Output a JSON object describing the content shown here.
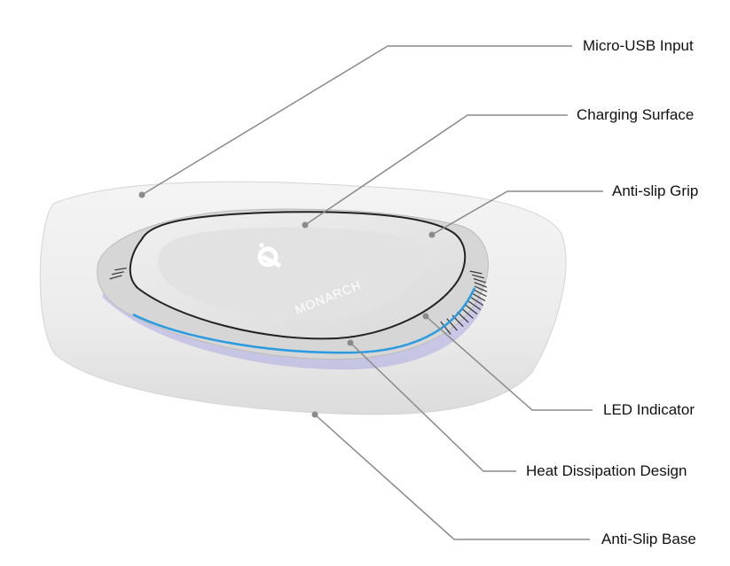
{
  "product": {
    "brand_logo_text": "MONARCH",
    "standard_logo": "Qi"
  },
  "callouts": [
    {
      "id": "micro-usb-input",
      "label": "Micro-USB Input"
    },
    {
      "id": "charging-surface",
      "label": "Charging Surface"
    },
    {
      "id": "anti-slip-grip",
      "label": "Anti-slip Grip"
    },
    {
      "id": "led-indicator",
      "label": "LED Indicator"
    },
    {
      "id": "heat-dissipation-design",
      "label": "Heat Dissipation Design"
    },
    {
      "id": "anti-slip-base",
      "label": "Anti-Slip Base"
    }
  ],
  "colors": {
    "led": "#2a9be0",
    "glow": "#8c88e0",
    "leader": "#8a8a8a",
    "body": "#ededed"
  }
}
